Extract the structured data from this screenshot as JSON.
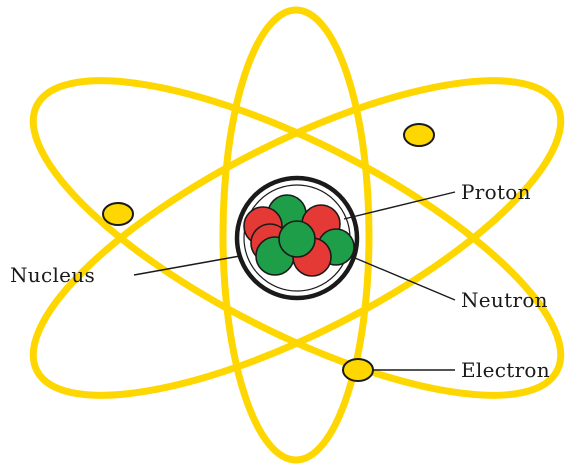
{
  "diagram": {
    "labels": {
      "proton": "Proton",
      "nucleus": "Nucleus",
      "neutron": "Neutron",
      "electron": "Electron"
    },
    "colors": {
      "orbit": "#FFD700",
      "electron_fill": "#FFD700",
      "electron_stroke": "#1a1a1a",
      "proton": "#E53935",
      "neutron": "#1E9E48",
      "nucleus_ring": "#1a1a1a",
      "text": "#1a1a1a"
    }
  }
}
